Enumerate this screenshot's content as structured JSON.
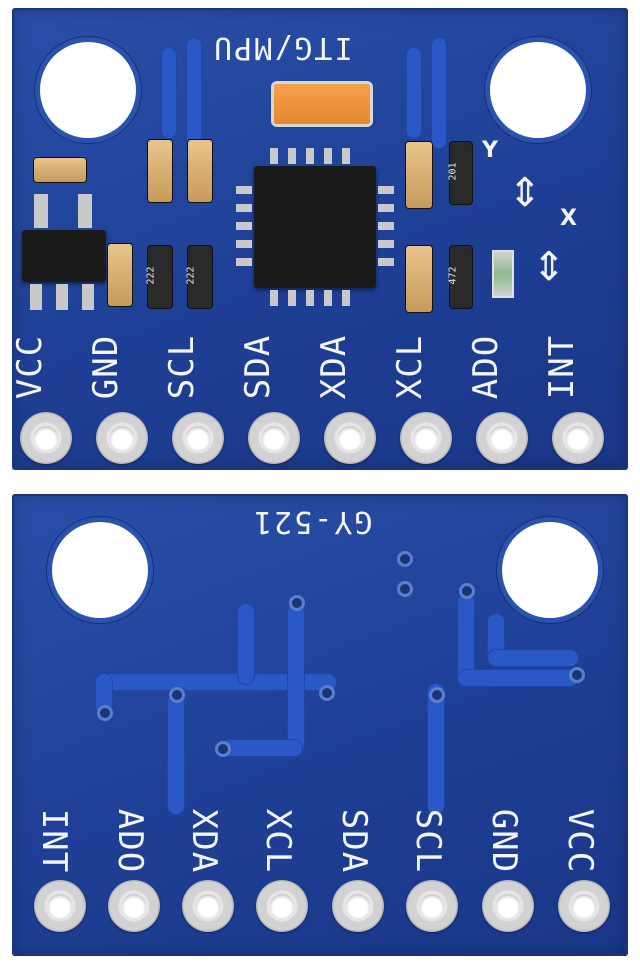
{
  "top_board": {
    "title": "ITG/MPU",
    "pins": [
      "VCC",
      "GND",
      "SCL",
      "SDA",
      "XDA",
      "XCL",
      "ADO",
      "INT"
    ],
    "axis_y": "Y",
    "axis_x": "X",
    "resistor_codes": [
      "222",
      "222",
      "201",
      "472"
    ]
  },
  "bottom_board": {
    "title": "GY-521",
    "pins": [
      "INT",
      "ADO",
      "XDA",
      "XCL",
      "SDA",
      "SCL",
      "GND",
      "VCC"
    ]
  }
}
